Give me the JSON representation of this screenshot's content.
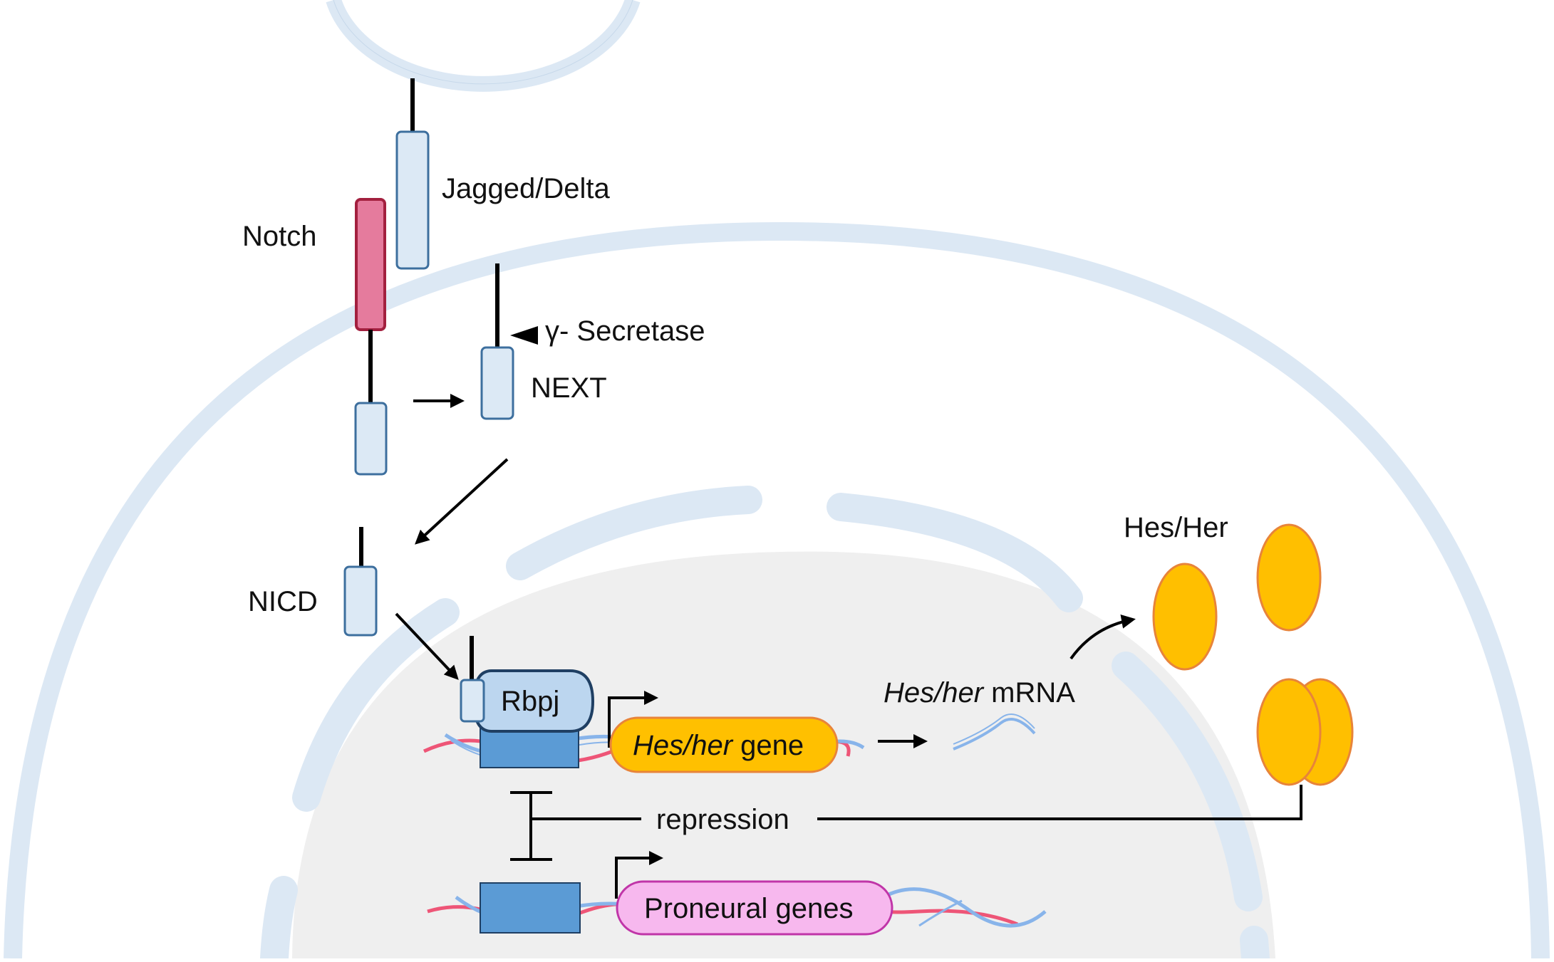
{
  "labels": {
    "jagged_delta": "Jagged/Delta",
    "notch": "Notch",
    "gamma_secretase": "γ- Secretase",
    "next": "NEXT",
    "nicd": "NICD",
    "rbpj": "Rbpj",
    "hes_her_gene_italic": "Hes/her",
    "hes_her_gene_suffix": " gene",
    "hes_her_mrna_italic": "Hes/her",
    "hes_her_mrna_suffix": " mRNA",
    "hes_her_protein": "Hes/Her",
    "repression": "repression",
    "proneural_genes": "Proneural genes"
  },
  "colors": {
    "membrane": "#dce8f4",
    "membrane_edge": "#c6d8ea",
    "nucleoplasm": "#efefef",
    "receptor_fill": "#dce9f5",
    "receptor_stroke": "#3d6f9e",
    "notch_fill": "#e57b9d",
    "notch_stroke": "#a3203f",
    "rbpj_fill": "#bcd6ef",
    "dna_box": "#5b9bd5",
    "hes_gene_fill": "#ffc000",
    "hes_protein_fill": "#ffbf00",
    "hes_protein_stroke": "#e8843a",
    "proneural_fill": "#f7b8ee",
    "proneural_stroke": "#c035a8",
    "dna_red": "#ee5577",
    "dna_blue": "#88b4ea"
  }
}
